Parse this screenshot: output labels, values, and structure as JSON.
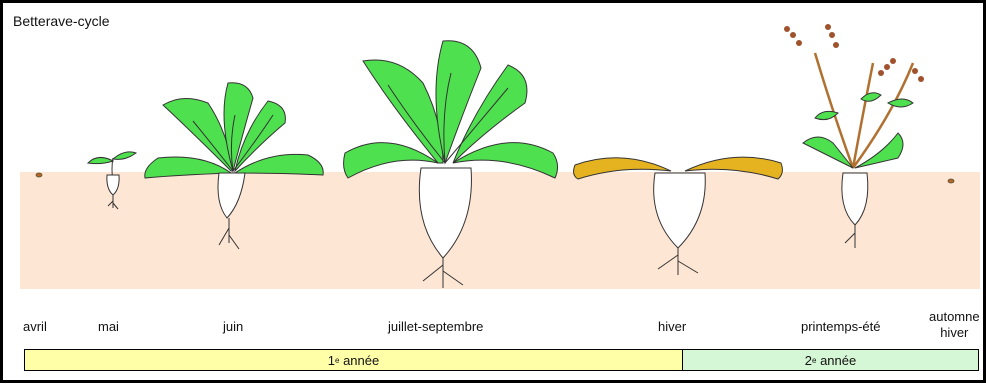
{
  "title": "Betterave-cycle",
  "stages": [
    {
      "id": "avril",
      "label": "avril"
    },
    {
      "id": "mai",
      "label": "mai"
    },
    {
      "id": "juin",
      "label": "juin"
    },
    {
      "id": "juillet-septembre",
      "label": "juillet-septembre"
    },
    {
      "id": "hiver",
      "label": "hiver"
    },
    {
      "id": "printemps-ete",
      "label": "printemps-été"
    },
    {
      "id": "automne-hiver",
      "label_line1": "automne",
      "label_line2": "hiver"
    }
  ],
  "timeline": {
    "year1": {
      "number": "1",
      "suffix": "e",
      "text": " année"
    },
    "year2": {
      "number": "2",
      "suffix": "e",
      "text": " année"
    }
  },
  "colors": {
    "soil": "#fde6d4",
    "leaf": "#4fe04f",
    "dead_leaf": "#e6b320",
    "root": "#ffffff",
    "year1_bar": "#ffffa8",
    "year2_bar": "#d6f7d6",
    "seed_head": "#a0522d"
  }
}
